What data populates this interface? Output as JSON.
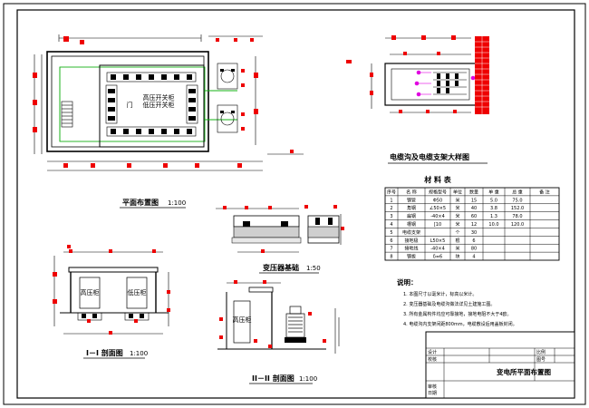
{
  "drawing": {
    "plan_title": "平面布置图",
    "plan_scale": "1:100",
    "detail_title": "电缆沟及电缆支架大样图",
    "section1_title": "I－I 剖面图",
    "section1_scale": "1:100",
    "section2_title": "II－II 剖面图",
    "section2_scale": "1:100",
    "foundation_title": "变压器基础",
    "foundation_scale": "1:50",
    "plan_inner_label_1": "高压开关柜",
    "plan_inner_label_2": "低压开关柜",
    "plan_door_label": "门",
    "section_box_left": "高压柜",
    "section_box_right": "低压柜",
    "section2_box": "高压柜"
  },
  "materials": {
    "title": "材 料 表",
    "headers": [
      "序号",
      "名 称",
      "规格型号",
      "单位",
      "数量",
      "单 重",
      "总 重",
      "备 注"
    ],
    "rows": [
      [
        "1",
        "钢管",
        "Φ50",
        "米",
        "15",
        "5.0",
        "75.0",
        ""
      ],
      [
        "2",
        "角钢",
        "∠50×5",
        "米",
        "40",
        "3.8",
        "152.0",
        ""
      ],
      [
        "3",
        "扁钢",
        "-40×4",
        "米",
        "60",
        "1.3",
        "78.0",
        ""
      ],
      [
        "4",
        "槽钢",
        "[10",
        "米",
        "12",
        "10.0",
        "120.0",
        ""
      ],
      [
        "5",
        "电缆支架",
        "",
        "个",
        "30",
        "",
        "",
        ""
      ],
      [
        "6",
        "接地极",
        "L50×5",
        "根",
        "6",
        "",
        "",
        ""
      ],
      [
        "7",
        "接地线",
        "-40×4",
        "米",
        "80",
        "",
        "",
        ""
      ],
      [
        "8",
        "钢板",
        "δ=6",
        "块",
        "4",
        "",
        "",
        ""
      ]
    ]
  },
  "notes": {
    "heading": "说明：",
    "items": [
      "1. 本图尺寸以毫米计，标高以米计。",
      "2. 变压器基础及电缆沟做法详见土建施工图。",
      "3. 所有金属构件均应可靠接地，接地电阻不大于4欧。",
      "4. 电缆沟内支架间距800mm，电缆敷设后用盖板封闭。"
    ]
  },
  "title_block": {
    "drawing_name": "变电所平面布置图",
    "scale": "比例",
    "sheet": "图号",
    "design": "设计",
    "check": "校核",
    "approve": "审核",
    "date": "日期"
  }
}
